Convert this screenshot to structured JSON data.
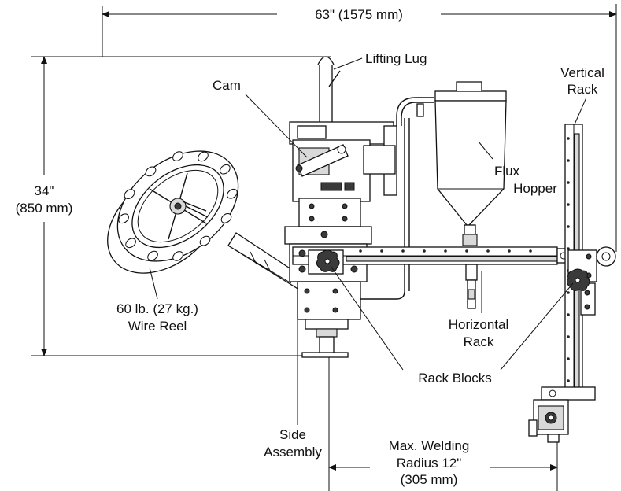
{
  "dimensions": {
    "width_overall": "63\" (1575 mm)",
    "height_line1": "34\"",
    "height_line2": "(850 mm)",
    "radius_line1": "Max. Welding",
    "radius_line2": "Radius 12\"",
    "radius_line3": "(305 mm)"
  },
  "labels": {
    "lifting_lug": "Lifting Lug",
    "cam": "Cam",
    "vertical_rack_line1": "Vertical",
    "vertical_rack_line2": "Rack",
    "flux_hopper_line1": "Flux",
    "flux_hopper_line2": "Hopper",
    "wire_reel_line1": "60 lb. (27 kg.)",
    "wire_reel_line2": "Wire Reel",
    "horizontal_rack_line1": "Horizontal",
    "horizontal_rack_line2": "Rack",
    "rack_blocks": "Rack Blocks",
    "side_assembly_line1": "Side",
    "side_assembly_line2": "Assembly"
  }
}
